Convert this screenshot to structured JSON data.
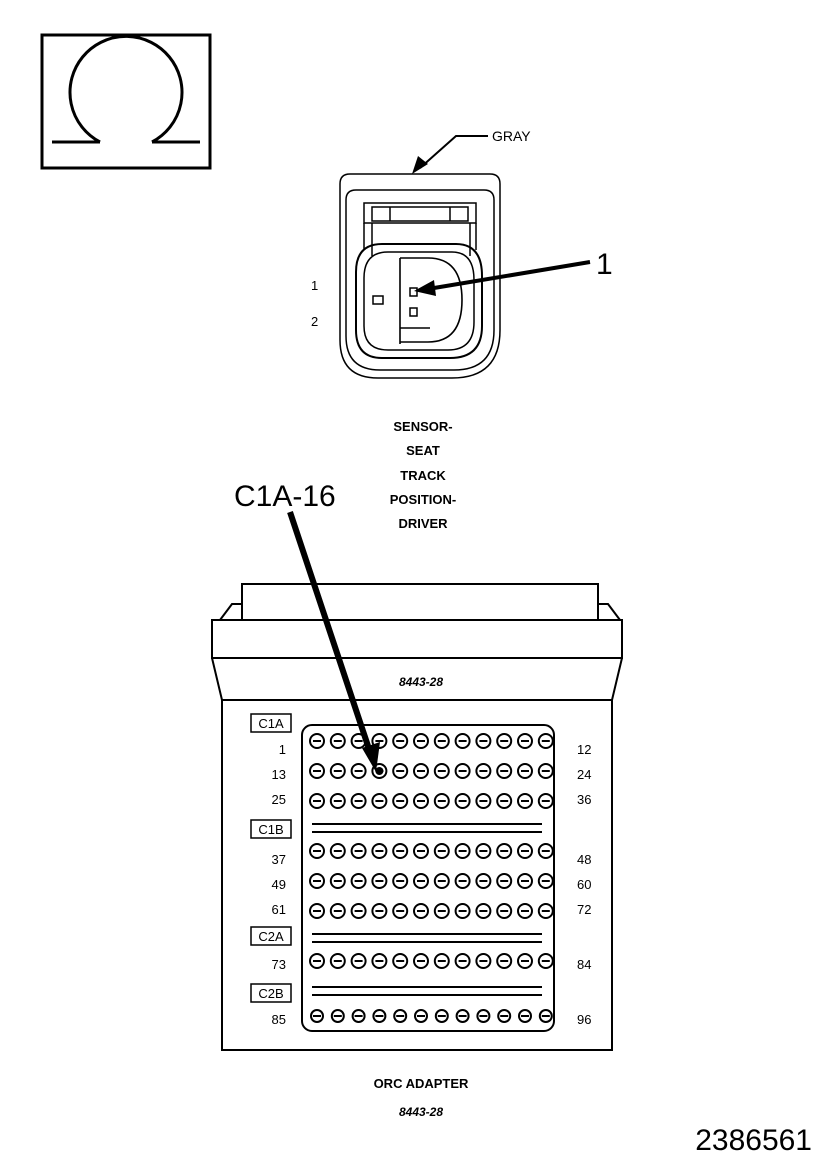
{
  "ohm_symbol": "ohmmeter-icon",
  "wire_color_label": "GRAY",
  "sensor": {
    "pin_labels": [
      "1",
      "2"
    ],
    "callout": "1",
    "name_lines": [
      "SENSOR-",
      "SEAT",
      "TRACK",
      "POSITION-",
      "DRIVER"
    ]
  },
  "adapter": {
    "callout": "C1A-16",
    "part_number": "8443-28",
    "groups": [
      {
        "name": "C1A",
        "rows": [
          {
            "left": "1",
            "right": "12"
          },
          {
            "left": "13",
            "right": "24"
          },
          {
            "left": "25",
            "right": "36"
          }
        ]
      },
      {
        "name": "C1B",
        "rows": [
          {
            "left": "37",
            "right": "48"
          },
          {
            "left": "49",
            "right": "60"
          },
          {
            "left": "61",
            "right": "72"
          }
        ]
      },
      {
        "name": "C2A",
        "rows": [
          {
            "left": "73",
            "right": "84"
          }
        ]
      },
      {
        "name": "C2B",
        "rows": [
          {
            "left": "85",
            "right": "96"
          }
        ]
      }
    ],
    "caption_line1": "ORC ADAPTER",
    "caption_line2": "8443-28"
  },
  "figure_id": "2386561"
}
